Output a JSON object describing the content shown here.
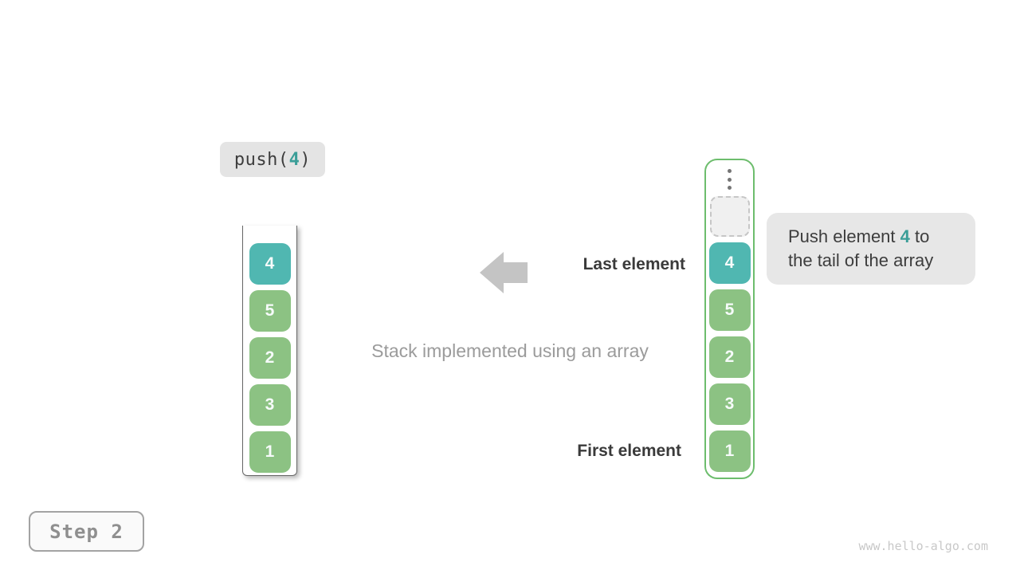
{
  "operation": {
    "prefix": "push(",
    "value": "4",
    "suffix": ")"
  },
  "caption": "Stack implemented using an array",
  "annotations": {
    "last_element": "Last element",
    "first_element": "First element"
  },
  "bubble": {
    "text_before": "Push element ",
    "value": "4",
    "text_after": " to",
    "line2": "the tail of the array"
  },
  "stacks": {
    "left": {
      "values": [
        "4",
        "5",
        "2",
        "3",
        "1"
      ],
      "highlight_index": 0
    },
    "right": {
      "values": [
        "4",
        "5",
        "2",
        "3",
        "1"
      ],
      "highlight_index": 0,
      "has_ellipsis": true,
      "has_empty_slot": true
    }
  },
  "step": {
    "label": "Step 2"
  },
  "watermark": "www.hello-algo.com",
  "colors": {
    "teal_cell": "#50b7b1",
    "teal_text": "#3b9e98",
    "green_cell": "#8cc283",
    "green_border": "#6dbd6d",
    "bubble_bg": "#e7e7e7",
    "label_bg": "#e4e4e4",
    "arrow": "#c4c4c4",
    "dark_text": "#3a3a3a",
    "gray_text": "#9b9b9b",
    "watermark_text": "#c8c8c8"
  }
}
